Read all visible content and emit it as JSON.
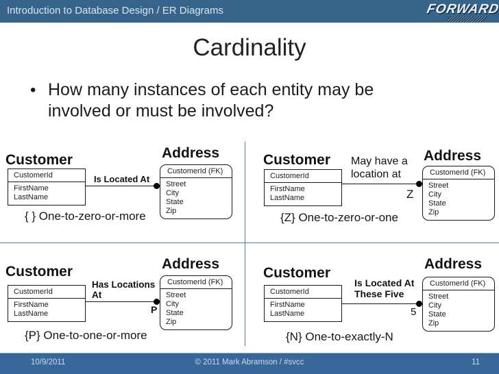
{
  "header": {
    "title": "Introduction to Database Design / ER Diagrams",
    "logo": "FORWARD"
  },
  "slide": {
    "title": "Cardinality",
    "bullet_glyph": "•",
    "bullet_lines": [
      "How many instances of each entity may be",
      "involved or must be involved?"
    ]
  },
  "entities": {
    "customer": {
      "title": "Customer",
      "key": "CustomerId",
      "attrs": [
        "FirstName",
        "LastName"
      ]
    },
    "address": {
      "title": "Address",
      "key": "CustomerId (FK)",
      "attrs": [
        "Street",
        "City",
        "State",
        "Zip"
      ]
    }
  },
  "diagrams": [
    {
      "name": "one-to-zero-or-more",
      "relationship_lines": [
        "Is Located At"
      ],
      "symbol": "",
      "caption": "{ } One-to-zero-or-more"
    },
    {
      "name": "one-to-zero-or-one",
      "relationship_lines": [
        "May have a",
        "location at"
      ],
      "symbol": "Z",
      "caption": "{Z} One-to-zero-or-one"
    },
    {
      "name": "one-to-one-or-more",
      "relationship_lines": [
        "Has Locations",
        "At"
      ],
      "symbol": "P",
      "caption": "{P} One-to-one-or-more"
    },
    {
      "name": "one-to-exactly-n",
      "relationship_lines": [
        "Is Located At",
        "These Five"
      ],
      "symbol": "5",
      "caption": "{N} One-to-exactly-N"
    }
  ],
  "footer": {
    "date": "10/9/2011",
    "copyright": "© 2011 Mark Abramson / #svcc",
    "page": "11"
  },
  "colors": {
    "header_blue": "#36648B",
    "footer_blue": "#38689A",
    "divider_blue": "#4E7CA4",
    "text_dark": "#1B1B1B"
  }
}
